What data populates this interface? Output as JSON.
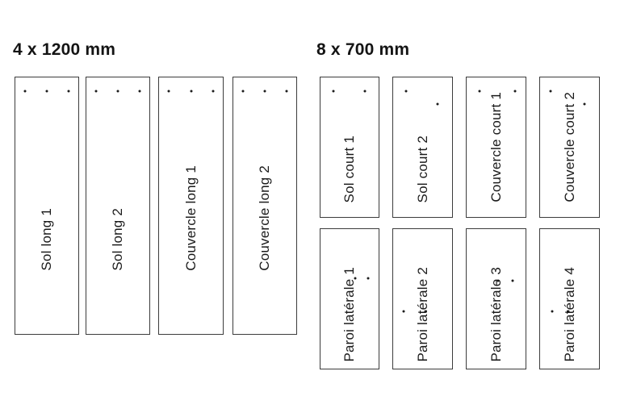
{
  "page": {
    "background_color": "#ffffff",
    "line_color": "#3c3c3c",
    "dot_color": "#1c1c1c",
    "text_color": "#1a1a1a"
  },
  "group_long": {
    "title": "4 x 1200 mm",
    "boards": [
      {
        "label": "Sol long 1"
      },
      {
        "label": "Sol long 2"
      },
      {
        "label": "Couvercle long 1"
      },
      {
        "label": "Couvercle long 2"
      }
    ]
  },
  "group_short": {
    "title": "8 x 700 mm",
    "top_boards": [
      {
        "label": "Sol court 1"
      },
      {
        "label": "Sol court 2"
      },
      {
        "label": "Couvercle court 1"
      },
      {
        "label": "Couvercle court 2"
      }
    ],
    "bottom_boards": [
      {
        "label": "Paroi latérale 1"
      },
      {
        "label": "Paroi latérale 2"
      },
      {
        "label": "Paroi latérale 3"
      },
      {
        "label": "Paroi latérale 4"
      }
    ]
  }
}
